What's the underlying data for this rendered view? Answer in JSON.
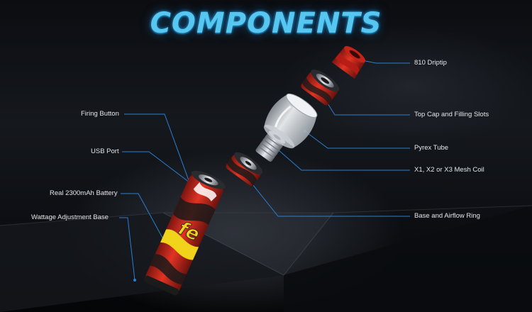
{
  "title": "COMPONENTS",
  "device_print": "fe",
  "colors": {
    "title": "#58c7f0",
    "leader_line": "#2a7fd0",
    "label_text": "#e4e6ea",
    "body_red": "#d62a1f",
    "body_yellow": "#f2d31c",
    "metal": "#b9bec6"
  },
  "labels": {
    "firing_button": "Firing Button",
    "usb_port": "USB Port",
    "battery": "Real 2300mAh Battery",
    "wattage_base": "Wattage Adjustment Base",
    "driptip": "810 Driptip",
    "top_cap": "Top Cap and Filling Slots",
    "pyrex": "Pyrex Tube",
    "mesh_coil": "X1, X2 or X3 Mesh Coil",
    "airflow": "Base and Airflow Ring"
  }
}
